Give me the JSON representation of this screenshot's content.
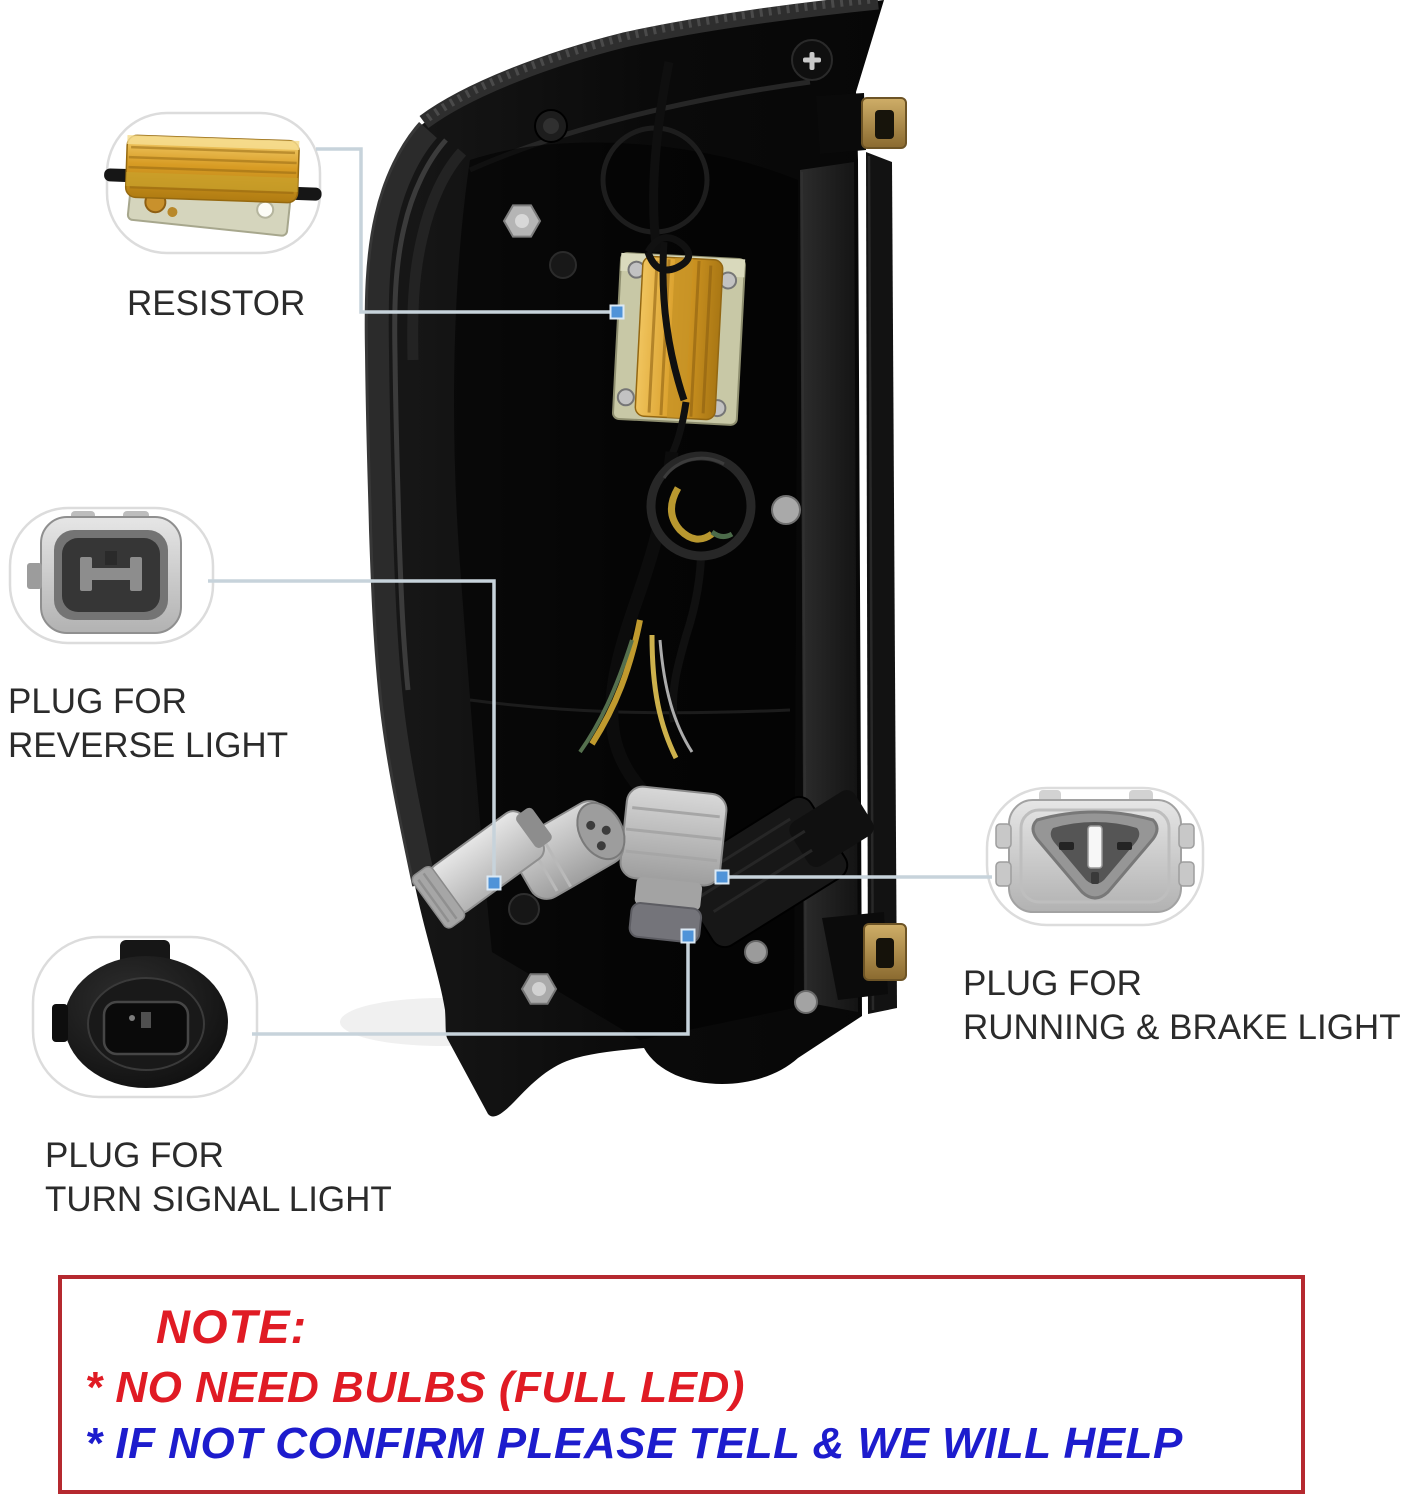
{
  "callouts": {
    "resistor": {
      "label": "RESISTOR"
    },
    "reverse_light": {
      "line1": "PLUG FOR",
      "line2": "REVERSE LIGHT"
    },
    "turn_signal": {
      "line1": "PLUG FOR",
      "line2": "TURN SIGNAL LIGHT"
    },
    "running_brake": {
      "line1": "PLUG FOR",
      "line2": "RUNNING & BRAKE LIGHT"
    }
  },
  "note": {
    "title": "NOTE:",
    "bullet1": "* NO NEED BULBS (FULL LED)",
    "bullet2": "* IF NOT CONFIRM PLEASE TELL & WE WILL HELP"
  },
  "colors": {
    "note_border": "#b5292f",
    "note_red": "#e01b24",
    "note_blue": "#1d1ccd",
    "label_text": "#2b2b2b",
    "callout_line": "#c7d3db",
    "connector_dot": "#4f93d8",
    "bubble_border": "#dcdcdc",
    "resistor_gold": "#d89c24"
  }
}
